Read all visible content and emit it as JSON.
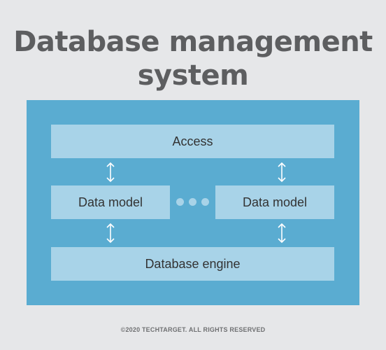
{
  "title": {
    "line1": "Database management",
    "line2": "system"
  },
  "diagram": {
    "access_label": "Access",
    "data_model_left_label": "Data model",
    "data_model_right_label": "Data model",
    "engine_label": "Database engine",
    "ellipsis_dots": 3,
    "panel_color": "#5aacd1",
    "box_color": "#a8d3e8",
    "arrow_color": "#ffffff",
    "arrow_icon": "double-headed-vertical-arrow"
  },
  "footer": {
    "copyright": "©2020 TECHTARGET. ALL RIGHTS RESERVED"
  }
}
